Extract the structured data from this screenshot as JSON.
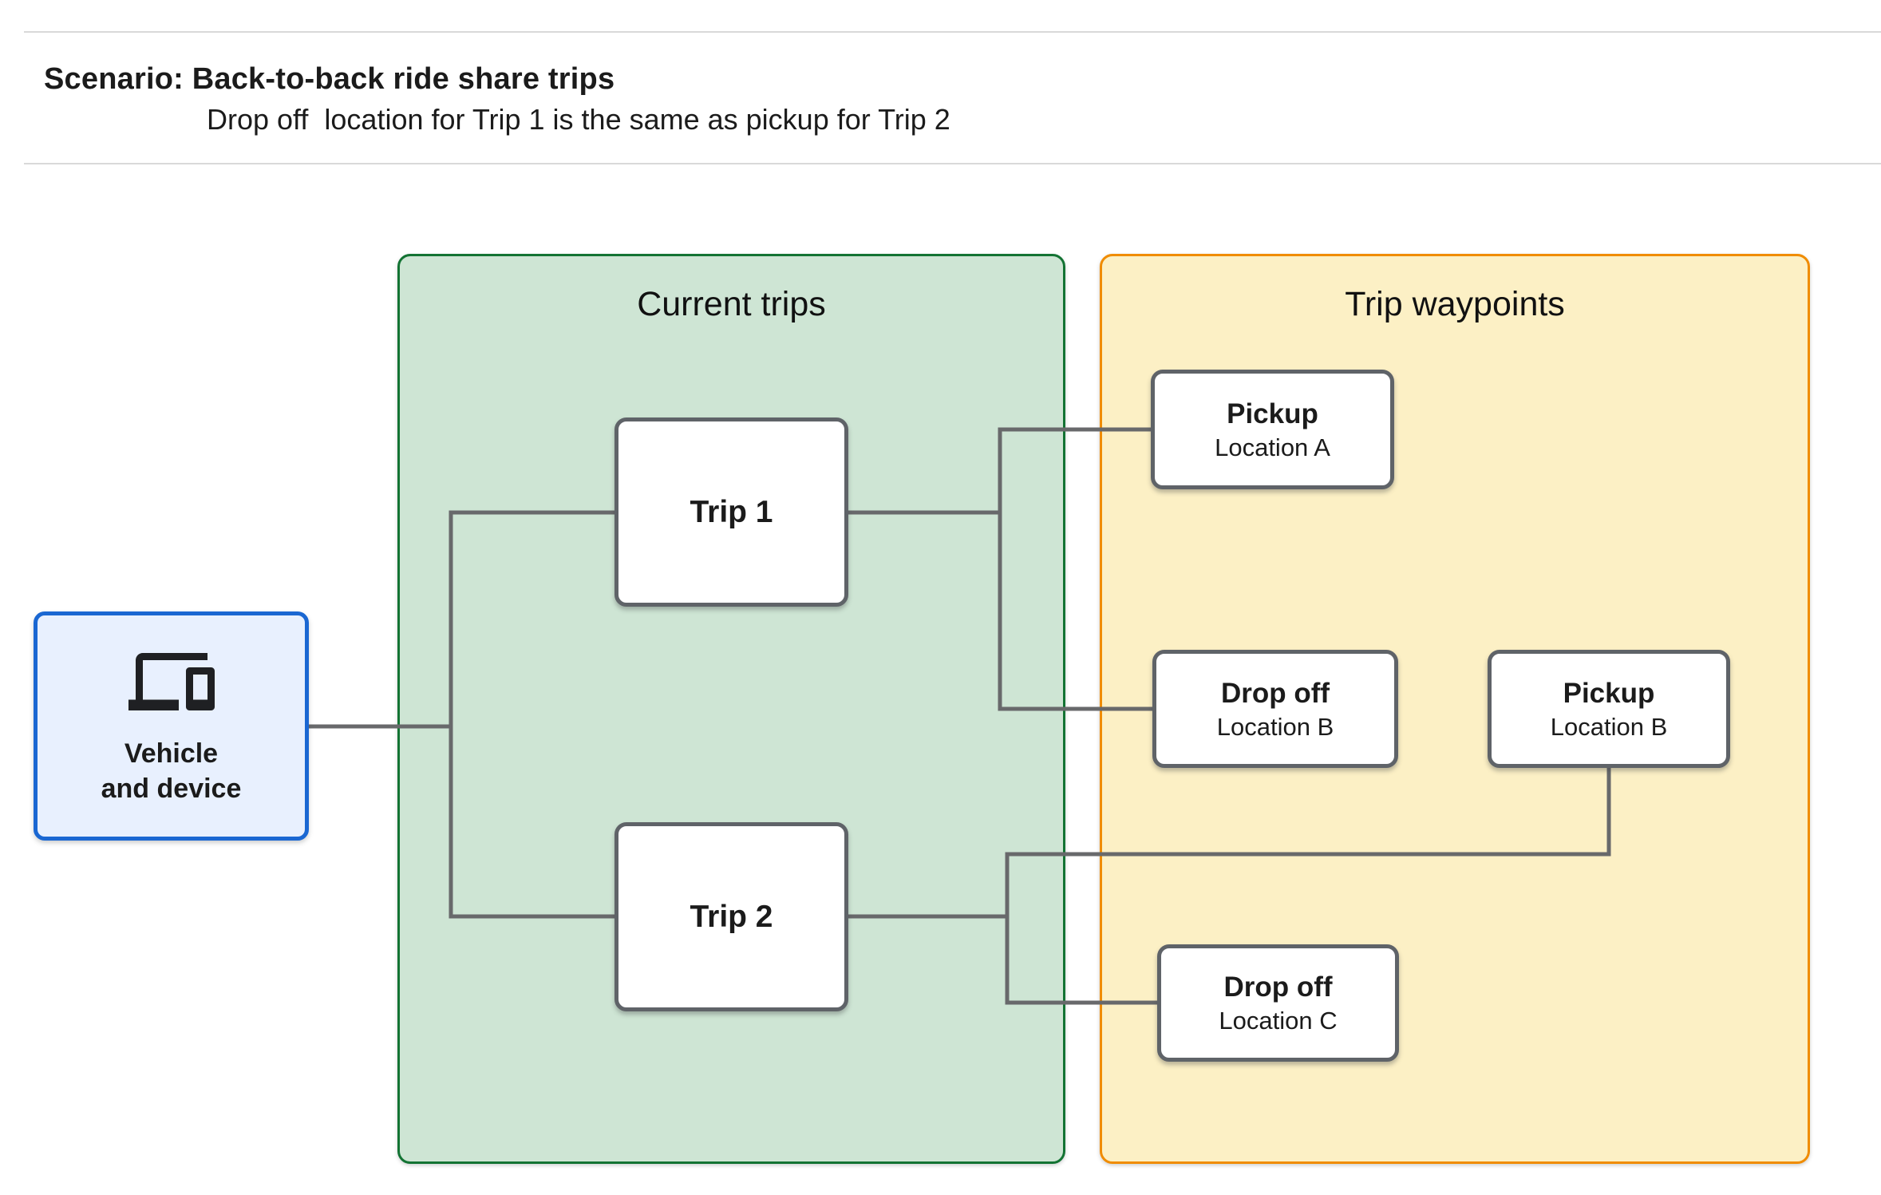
{
  "header": {
    "title": "Scenario: Back-to-back ride share trips",
    "subtitle": "Drop off  location for Trip 1 is the same as pickup for Trip 2"
  },
  "vehicle_box": {
    "icon": "devices-icon",
    "label_line1": "Vehicle",
    "label_line2": "and device"
  },
  "panels": {
    "current_trips": {
      "title": "Current trips",
      "trips": [
        {
          "label": "Trip 1"
        },
        {
          "label": "Trip 2"
        }
      ]
    },
    "trip_waypoints": {
      "title": "Trip waypoints",
      "waypoints": [
        {
          "type": "Pickup",
          "location": "Location A"
        },
        {
          "type": "Drop off",
          "location": "Location B"
        },
        {
          "type": "Pickup",
          "location": "Location B"
        },
        {
          "type": "Drop off",
          "location": "Location C"
        }
      ]
    }
  },
  "colors": {
    "current_trips_fill": "#cee5d4",
    "current_trips_border": "#137333",
    "trip_waypoints_fill": "#fcf0c5",
    "trip_waypoints_border": "#f08c00",
    "vehicle_fill": "#e8f0fe",
    "vehicle_border": "#1a67d2",
    "node_border": "#5f6368",
    "connector": "#68696b",
    "text": "#1b1b1b"
  }
}
